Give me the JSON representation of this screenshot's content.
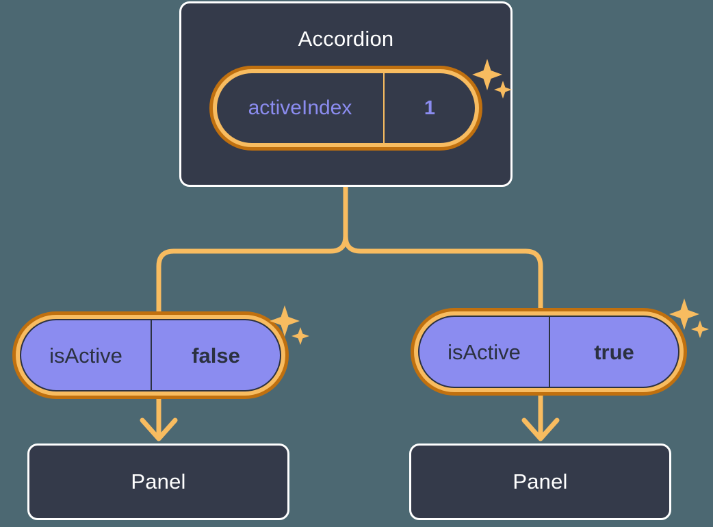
{
  "canvas": {
    "background_color": "#4c6872",
    "accent_color": "#f8bc60",
    "accent_dark_color": "#c0700f",
    "node_fill_color": "#343a4a",
    "prop_fill_color": "#8b8cf0",
    "state_text_color": "#8b8cf0",
    "node_text_color": "#ffffff"
  },
  "parent": {
    "title": "Accordion",
    "state": {
      "key": "activeIndex",
      "value": "1"
    },
    "sparkle_icon": "sparkle-icon"
  },
  "children": [
    {
      "prop": {
        "key": "isActive",
        "value": "false"
      },
      "title": "Panel",
      "sparkle_icon": "sparkle-icon"
    },
    {
      "prop": {
        "key": "isActive",
        "value": "true"
      },
      "title": "Panel",
      "sparkle_icon": "sparkle-icon"
    }
  ]
}
